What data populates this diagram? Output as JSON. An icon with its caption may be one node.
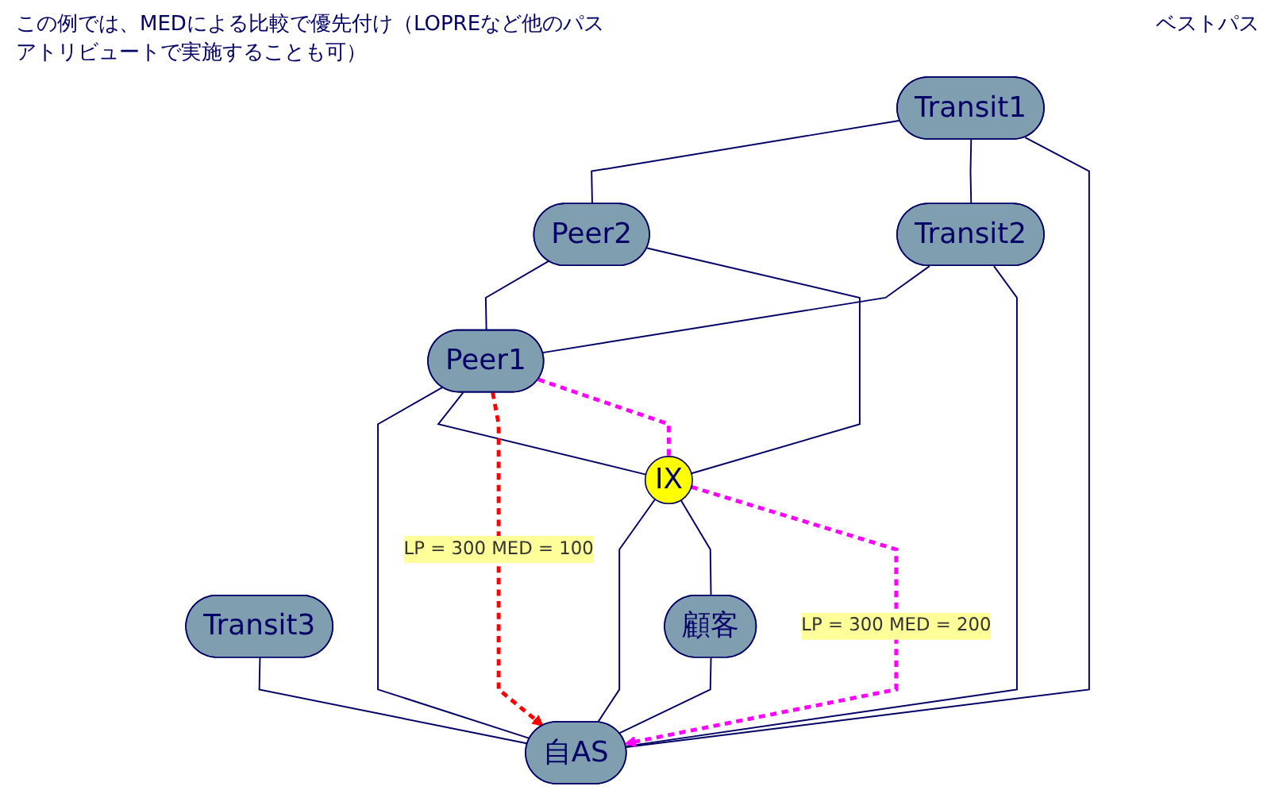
{
  "diagram": {
    "nodes": [
      {
        "text": [
          "Transit1"
        ]
      },
      {
        "text": [
          "Transit2"
        ]
      },
      {
        "text": [
          "Transit3"
        ]
      },
      {
        "text": [
          "Peer2"
        ]
      },
      {
        "text": [
          "Peer1"
        ]
      },
      {
        "text": [
          "自AS"
        ]
      },
      {
        "text": [
          "IX"
        ]
      },
      {
        "text": [
          "顧客"
        ]
      }
    ],
    "edges": [
      {
        "from": 0,
        "to": 3,
        "arrow": "none"
      },
      {
        "from": 0,
        "to": 1,
        "arrow": "none"
      },
      {
        "from": 0,
        "to": 5,
        "arrow": "none"
      },
      {
        "from": 1,
        "to": 4,
        "arrow": "none"
      },
      {
        "from": 1,
        "to": 5,
        "arrow": "none"
      },
      {
        "from": 2,
        "to": 5,
        "arrow": "none"
      },
      {
        "from": 3,
        "to": 4,
        "arrow": "none"
      },
      {
        "from": 3,
        "to": 6,
        "arrow": "none"
      },
      {
        "from": 4,
        "to": 5,
        "arrow": "none"
      },
      {
        "from": 4,
        "to": 6,
        "arrow": "none"
      },
      {
        "from": 6,
        "to": 5,
        "arrow": "none"
      },
      {
        "from": 6,
        "to": 7,
        "arrow": "none"
      },
      {
        "from": 7,
        "to": 5,
        "arrow": "none"
      },
      {
        "from": 4,
        "to": 5,
        "arrow": "to",
        "label": "LP = 300 MED = 100",
        "style": "dashed",
        "color": "#ff0000"
      },
      {
        "from": 4,
        "to": 6,
        "arrow": "none",
        "style": "dashed",
        "color": "#ff00ff"
      },
      {
        "from": 6,
        "to": 5,
        "arrow": "to",
        "label": "LP = 300 MED = 200",
        "style": "dashed",
        "color": "#ff00ff"
      }
    ],
    "labels": [
      "この例では、MEDによる比較で優先付け（LOPREなど他のパスアトリビュートで実施することも可）",
      "ベストパス"
    ]
  }
}
